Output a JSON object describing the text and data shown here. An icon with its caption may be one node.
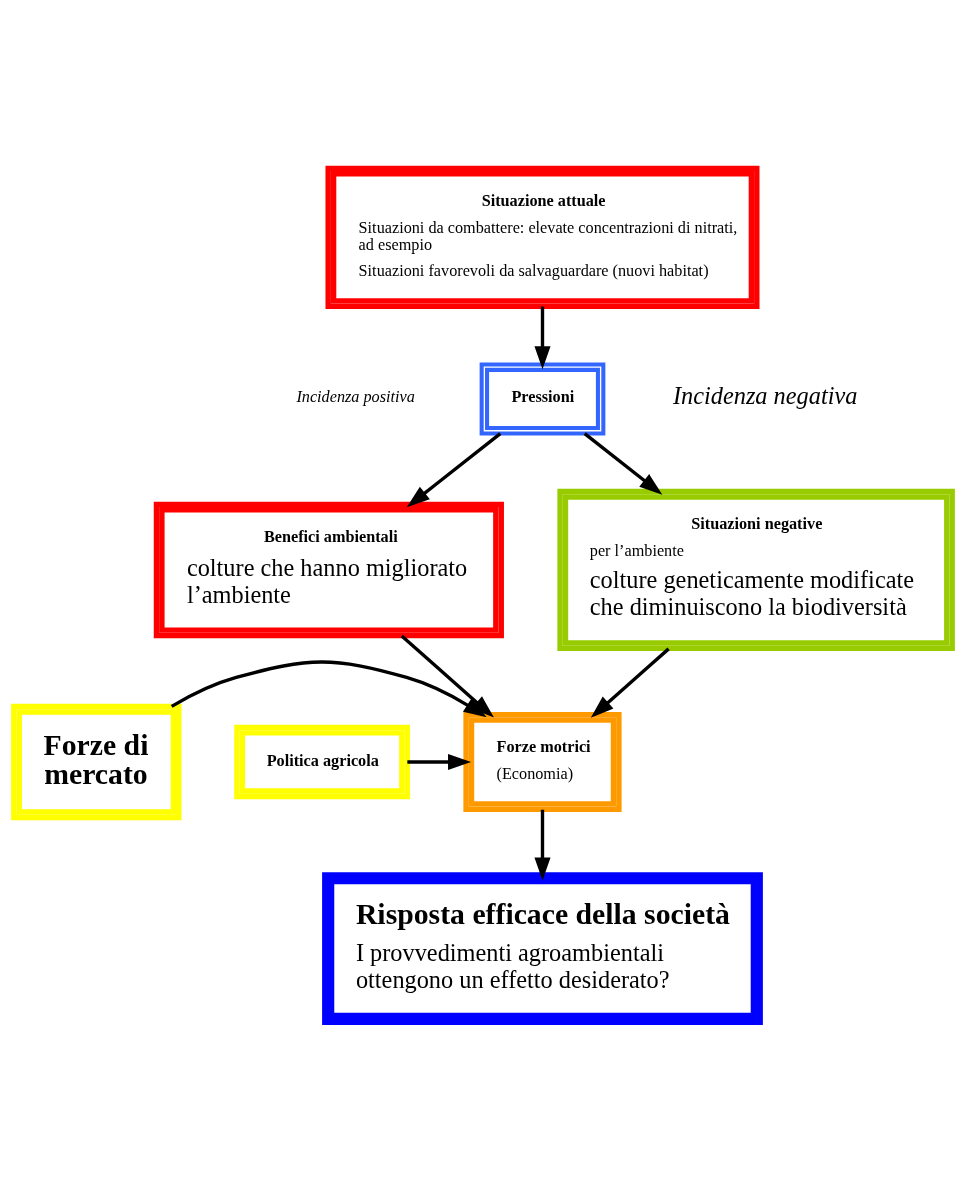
{
  "diagram": {
    "nodes": [
      {
        "text": [
          "Situazione attuale",
          "Situazioni da combattere: elevate concentrazioni di nitrati, ad esempio",
          "Situazioni favorevoli da salvaguardare (nuovi habitat)"
        ]
      },
      {
        "text": [
          "Pressioni"
        ]
      },
      {
        "text": [
          "Benefici ambientali",
          "colture che hanno migliorato l’ambiente"
        ]
      },
      {
        "text": [
          "Situazioni negative",
          "per l’ambiente",
          "colture geneticamente modificate che diminuiscono la biodiversità"
        ]
      },
      {
        "text": [
          "Forze di mercato"
        ]
      },
      {
        "text": [
          "Forze motrici",
          "(Economia)"
        ]
      },
      {
        "text": [
          "Politica agricola"
        ]
      },
      {
        "text": [
          "Risposta efficace della società",
          "I provvedimenti agroambientali ottengono un effetto desiderato?"
        ]
      }
    ],
    "edges": [
      {
        "from": 0,
        "to": 1,
        "arrow": "to"
      },
      {
        "from": 1,
        "to": 2,
        "arrow": "to"
      },
      {
        "from": 1,
        "to": 3,
        "arrow": "to"
      },
      {
        "from": 2,
        "to": 5,
        "arrow": "to"
      },
      {
        "from": 3,
        "to": 5,
        "arrow": "to"
      },
      {
        "from": 4,
        "to": 5,
        "arrow": "to"
      },
      {
        "from": 6,
        "to": 5,
        "arrow": "to"
      },
      {
        "from": 5,
        "to": 7,
        "arrow": "to"
      }
    ],
    "labels": [
      "Incidenza positiva",
      "Incidenza negativa"
    ]
  }
}
